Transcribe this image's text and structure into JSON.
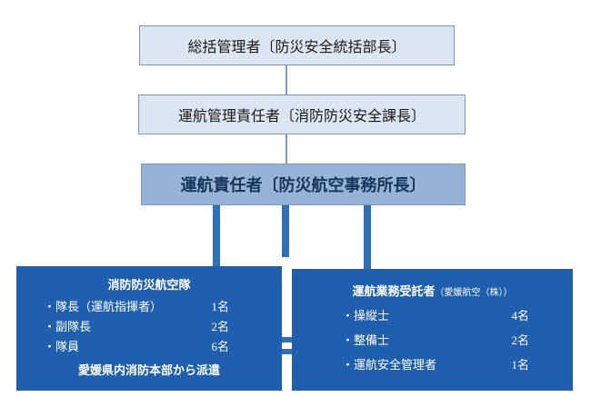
{
  "chart": {
    "level1": "総括管理者〔防災安全統括部長〕",
    "level2": "運航管理責任者〔消防防災安全課長〕",
    "level3": "運航責任者〔防災航空事務所長〕",
    "left_box": {
      "title": "消防防災航空隊",
      "rows": [
        {
          "label": "・隊長（運航指揮者）",
          "count": "1名"
        },
        {
          "label": "・副隊長",
          "count": "2名"
        },
        {
          "label": "・隊員",
          "count": "6名"
        }
      ],
      "footer": "愛媛県内消防本部から派遣"
    },
    "right_box": {
      "title": "運航業務受託者",
      "title_note": "（愛媛航空（株））",
      "rows": [
        {
          "label": "・操縦士",
          "count": "4名"
        },
        {
          "label": "・整備士",
          "count": "2名"
        },
        {
          "label": "・運航安全管理者",
          "count": "1名"
        }
      ]
    },
    "colors": {
      "light_box_bg": "#dce6f2",
      "mid_box_bg": "#95b3d7",
      "dark_box_bg": "#1f5fae",
      "connector_thick": "#2e6fb7",
      "connector_thin": "#7d9cc9"
    }
  }
}
